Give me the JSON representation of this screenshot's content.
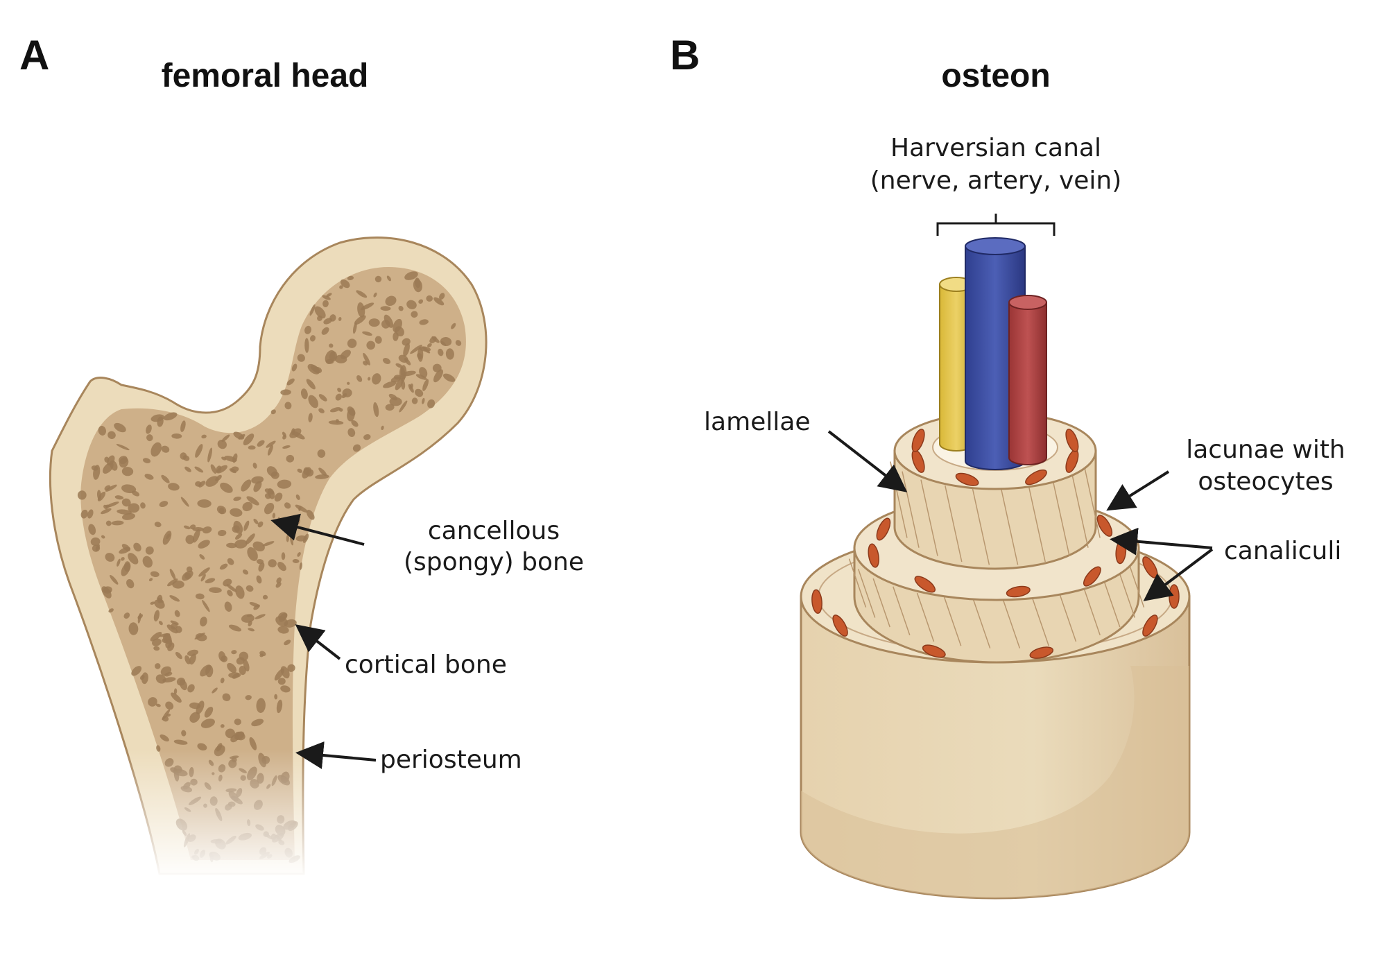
{
  "panel_a": {
    "letter": "A",
    "title": "femoral head",
    "labels": {
      "cancellous_line1": "cancellous",
      "cancellous_line2": "(spongy) bone",
      "cortical": "cortical bone",
      "periosteum": "periosteum"
    }
  },
  "panel_b": {
    "letter": "B",
    "title": "osteon",
    "labels": {
      "canal_line1": "Harversian canal",
      "canal_line2": "(nerve, artery, vein)",
      "lamellae": "lamellae",
      "lacunae_line1": "lacunae with",
      "lacunae_line2": "osteocytes",
      "canaliculi": "canaliculi"
    }
  },
  "colors": {
    "bone_outer": "#ecdcbb",
    "bone_outline": "#a8865c",
    "cancellous_fill": "#c9a880",
    "trabecula": "#9b7a55",
    "nerve": "#e5c84f",
    "vein": "#3c4ea3",
    "artery": "#b04343",
    "osteocyte": "#c8582c"
  }
}
